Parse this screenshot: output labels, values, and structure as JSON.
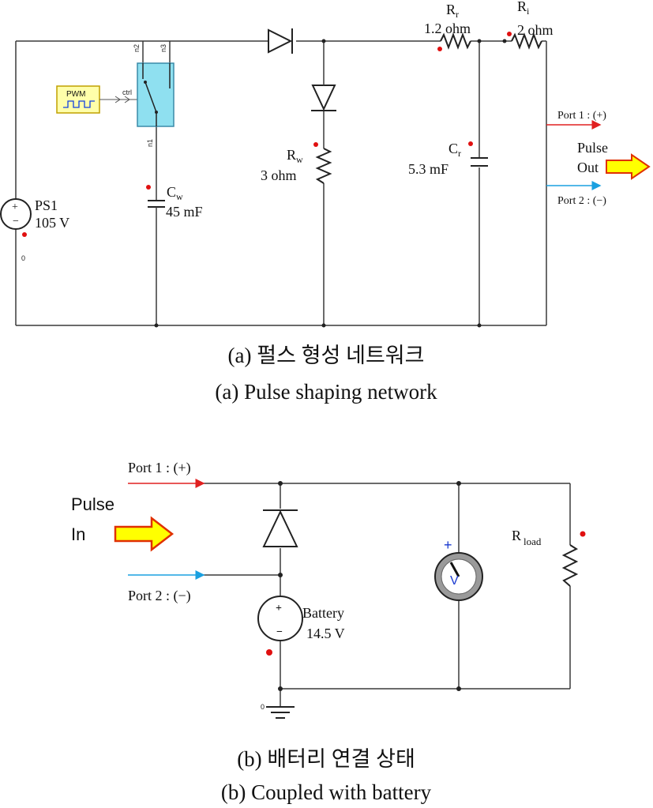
{
  "figure_a": {
    "source": {
      "name": "PS1",
      "value": "105 V",
      "ground_node": "0"
    },
    "pwm_label": "PWM",
    "switch": {
      "ctrl": "ctrl",
      "n1": "n1",
      "n2": "n2",
      "n3": "n3"
    },
    "cw": {
      "name": "C",
      "sub": "w",
      "value": "45 mF"
    },
    "rw": {
      "name": "R",
      "sub": "w",
      "value": "3 ohm"
    },
    "rr": {
      "name": "R",
      "sub": "r",
      "value": "1.2 ohm"
    },
    "ri": {
      "name": "R",
      "sub": "i",
      "value": "2 ohm"
    },
    "cr": {
      "name": "C",
      "sub": "r",
      "value": "5.3 mF"
    },
    "port1": "Port 1 : (+)",
    "port2": "Port 2 : (−)",
    "pulse_line1": "Pulse",
    "pulse_line2": "Out",
    "caption_kr": "(a) 펄스 형성 네트워크",
    "caption_en": "(a) Pulse shaping network"
  },
  "figure_b": {
    "port1": "Port 1 : (+)",
    "port2": "Port 2 : (−)",
    "pulse_line1": "Pulse",
    "pulse_line2": "In",
    "battery": {
      "name": "Battery",
      "value": "14.5 V"
    },
    "voltmeter": "V",
    "rload": {
      "name": "R",
      "sub": "load"
    },
    "ground_node": "0",
    "caption_kr": "(b) 배터리 연결 상태",
    "caption_en": "(b) Coupled with battery"
  },
  "colors": {
    "port1_arrow": "#e02020",
    "port2_arrow": "#1aa0e0",
    "switch_fill": "#8fe0f0",
    "pwm_fill": "#ffffaa",
    "pulse_arrow_fill": "#ffff00",
    "pulse_arrow_stroke": "#e03000",
    "marker_dot": "#e01010"
  }
}
